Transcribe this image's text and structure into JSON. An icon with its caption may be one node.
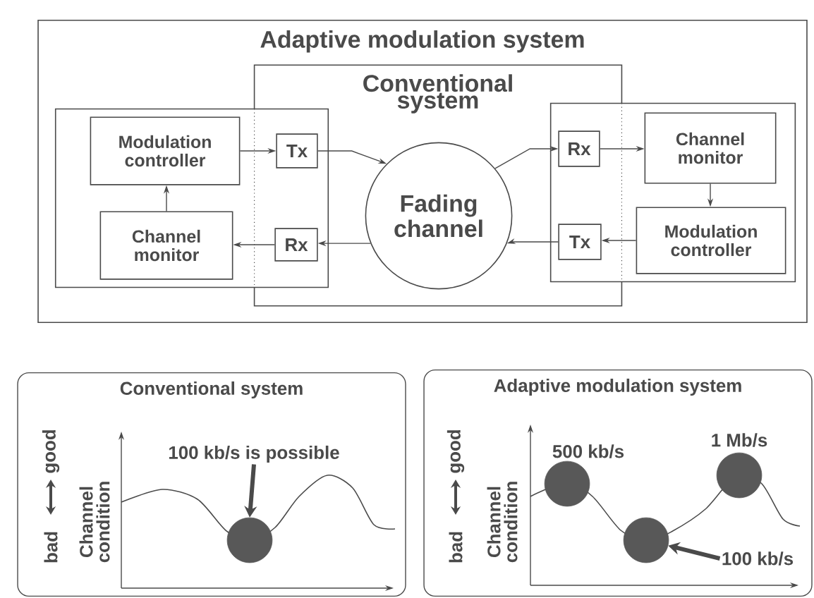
{
  "diagram": {
    "nodes": [
      {
        "text": [
          "Adaptive modulation system"
        ]
      },
      {
        "text": [
          "Conventional system"
        ],
        "in": 0
      },
      {
        "text": [],
        "shape": "box",
        "in": 0
      },
      {
        "text": [
          "Modulation controller"
        ],
        "in": 2
      },
      {
        "text": [
          "Tx"
        ]
      },
      {
        "text": [
          "Channel monitor"
        ],
        "in": 2
      },
      {
        "text": [
          "Rx"
        ]
      },
      {
        "text": [
          "Fading channel"
        ],
        "in": 1
      },
      {
        "text": [],
        "shape": "box",
        "in": 0
      },
      {
        "text": [
          "Rx"
        ]
      },
      {
        "text": [
          "Channel monitor"
        ],
        "in": 8
      },
      {
        "text": [
          "Modulation controller"
        ],
        "in": 8
      },
      {
        "text": [
          "Tx"
        ]
      },
      {
        "text": [
          "Conventional system"
        ]
      },
      {
        "text": [
          "100 kb/s is possible"
        ],
        "in": 13
      },
      {
        "text": [],
        "shape": "circle",
        "in": 13
      },
      {
        "text": [
          "Adaptive modulation system"
        ]
      },
      {
        "text": [],
        "shape": "circle",
        "in": 16,
        "beside": [
          "500 kb/s"
        ]
      },
      {
        "text": [],
        "shape": "circle",
        "in": 16
      },
      {
        "text": [],
        "shape": "circle",
        "in": 16,
        "beside": [
          "1 Mb/s"
        ]
      },
      {
        "text": [
          "100 kb/s"
        ],
        "in": 16
      }
    ],
    "edges": [
      {
        "from": 3,
        "to": 4,
        "arrow": "to"
      },
      {
        "from": 4,
        "to": 7,
        "arrow": "to"
      },
      {
        "from": 7,
        "to": 9,
        "arrow": "to"
      },
      {
        "from": 9,
        "to": 10,
        "arrow": "to"
      },
      {
        "from": 10,
        "to": 11,
        "arrow": "to"
      },
      {
        "from": 11,
        "to": 12,
        "arrow": "to"
      },
      {
        "from": 12,
        "to": 7,
        "arrow": "to"
      },
      {
        "from": 7,
        "to": 6,
        "arrow": "to"
      },
      {
        "from": 6,
        "to": 5,
        "arrow": "to"
      },
      {
        "from": 5,
        "to": 3,
        "arrow": "to"
      },
      {
        "from": 14,
        "to": 15,
        "arrow": "to",
        "style": "thick"
      },
      {
        "from": 20,
        "to": 18,
        "arrow": "to",
        "style": "thick"
      }
    ],
    "labels": [
      "good",
      "bad",
      "Channel condition",
      "good",
      "bad",
      "Channel condition"
    ]
  }
}
